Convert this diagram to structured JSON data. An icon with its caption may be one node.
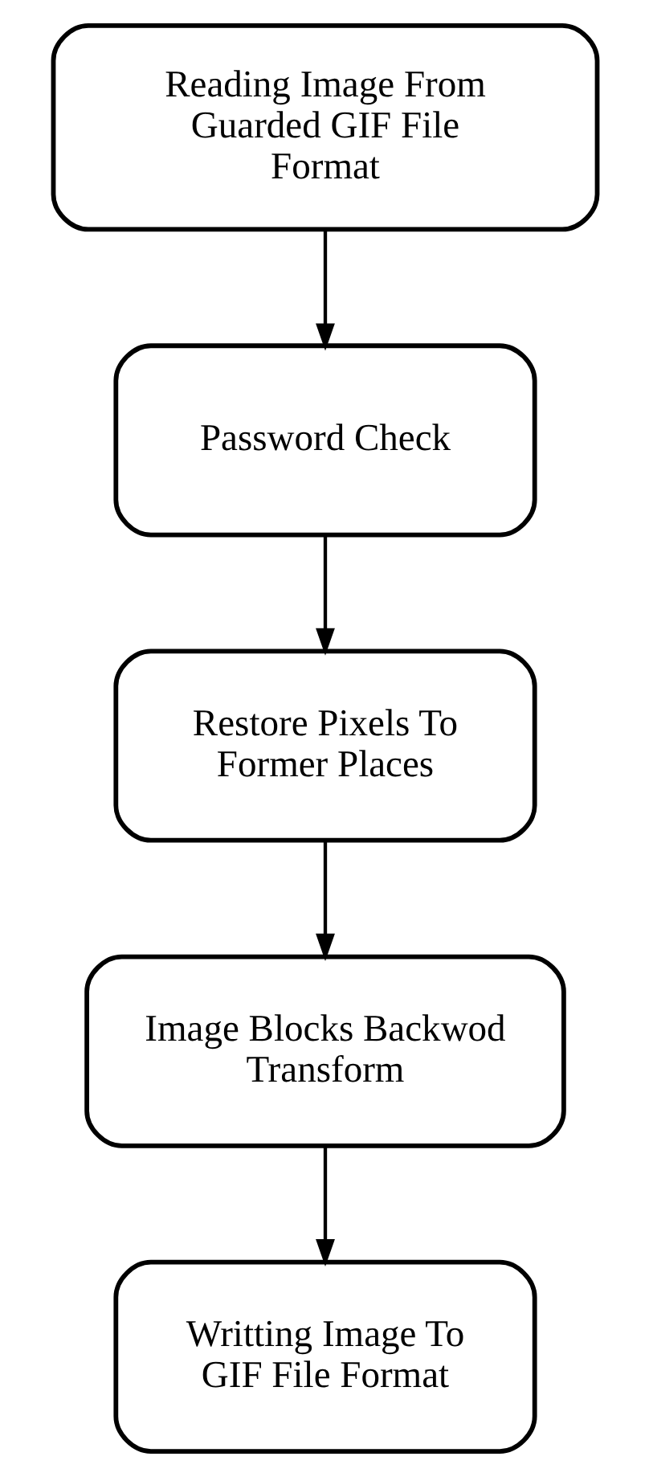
{
  "diagram": {
    "nodes": [
      {
        "text": [
          "Reading Image From Guarded GIF File Format"
        ]
      },
      {
        "text": [
          "Password Check"
        ]
      },
      {
        "text": [
          "Restore Pixels To Former Places"
        ]
      },
      {
        "text": [
          "Image Blocks Backwod Transform"
        ]
      },
      {
        "text": [
          "Writting Image To GIF File Format"
        ]
      }
    ],
    "edges": [
      {
        "from": 0,
        "to": 1,
        "arrow": "to"
      },
      {
        "from": 1,
        "to": 2,
        "arrow": "to"
      },
      {
        "from": 2,
        "to": 3,
        "arrow": "to"
      },
      {
        "from": 3,
        "to": 4,
        "arrow": "to"
      }
    ]
  }
}
